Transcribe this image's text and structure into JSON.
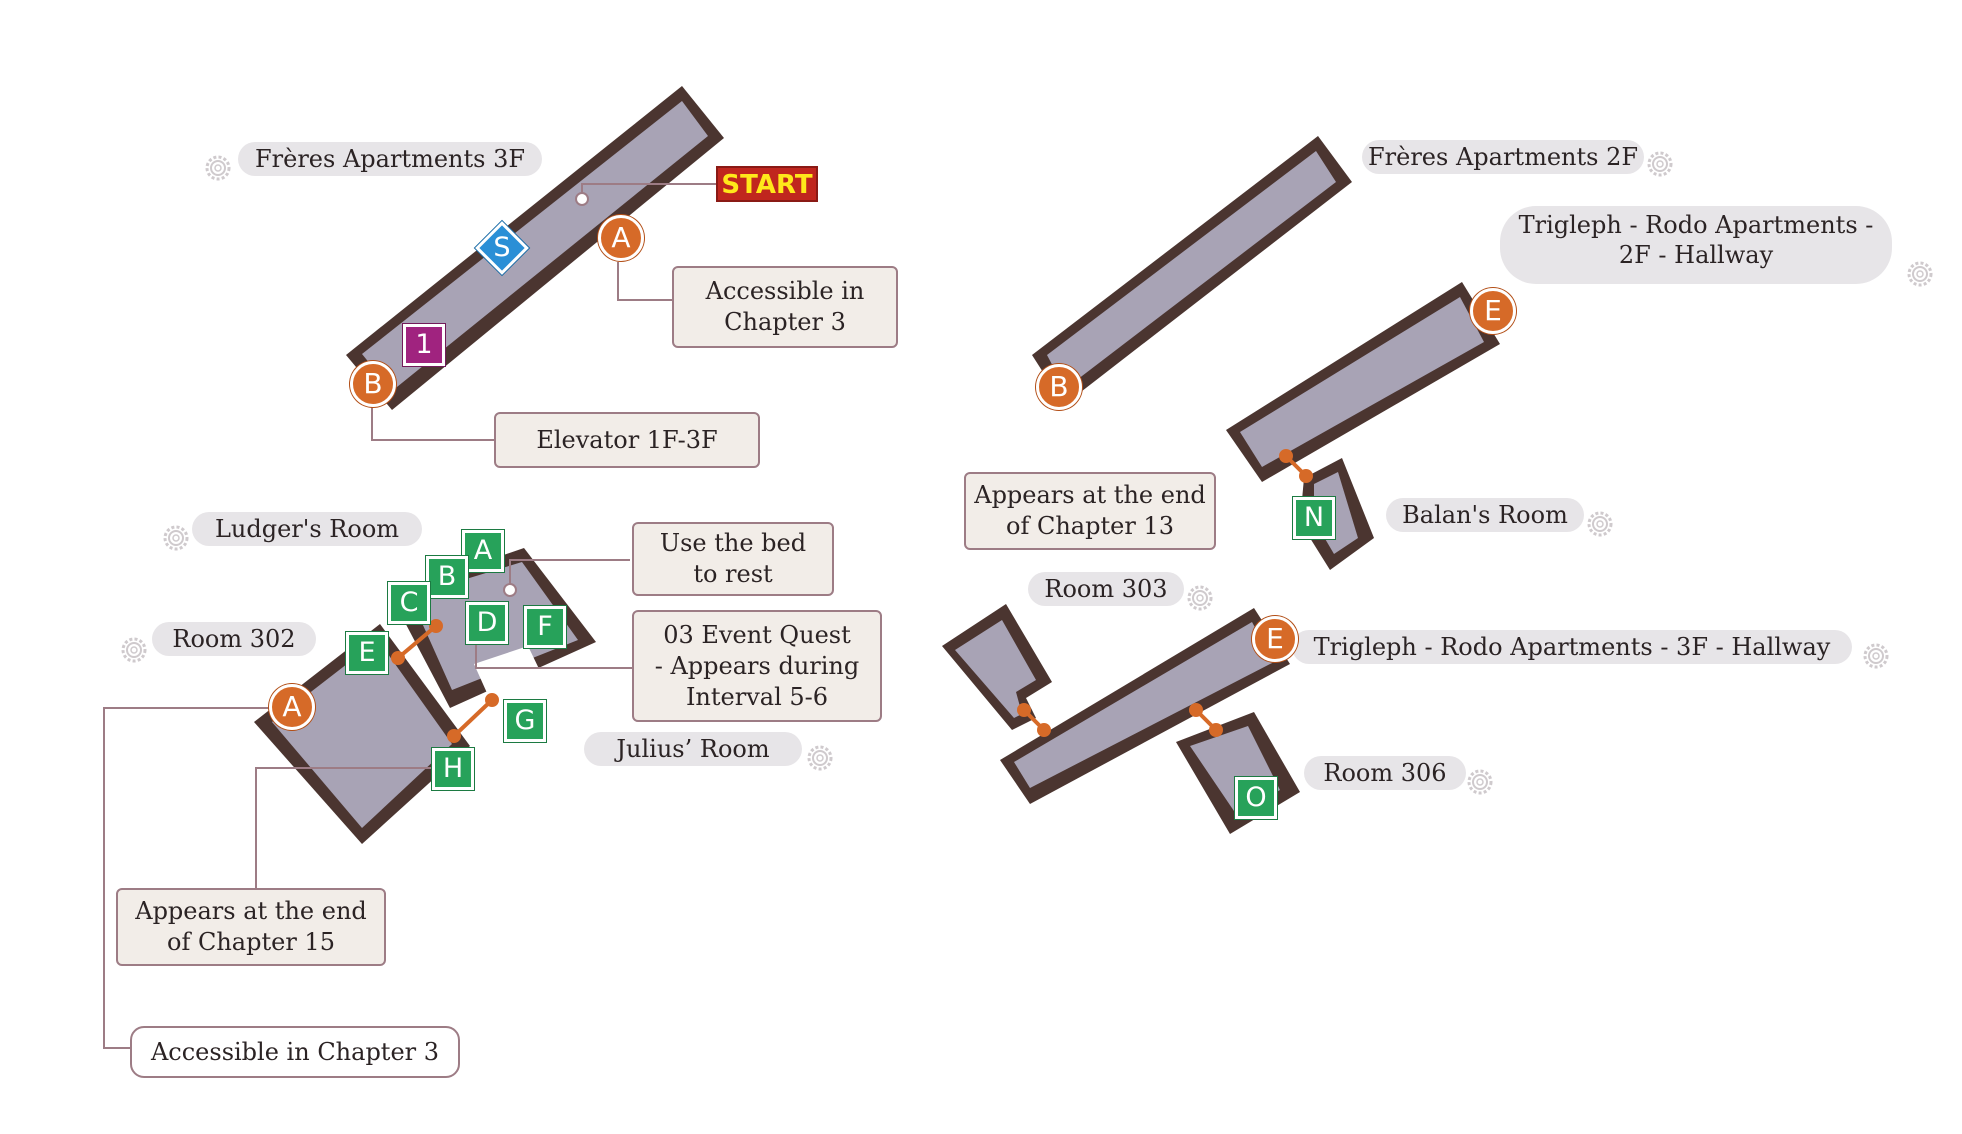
{
  "colors": {
    "floor": "#a8a3b5",
    "wall": "#4b3530",
    "leader_line": "#9d7c85",
    "door": "#d66a28",
    "green_marker": "#27a25a",
    "orange_marker": "#d66a28",
    "start_background": "#c0261e",
    "start_text": "#ffe81a",
    "save_point": "#2a8fd6",
    "purple_marker": "#a0237f"
  },
  "icons": {
    "area_label": "gear-icon",
    "save_point": "save-point-diamond-icon",
    "door": "door-connector-icon"
  },
  "area_labels": {
    "freres_3f": "Frères Apartments 3F",
    "freres_2f": "Frères Apartments 2F",
    "trigleph_2f_line1": "Trigleph - Rodo Apartments -",
    "trigleph_2f_line2": "2F - Hallway",
    "ludgers_room": "Ludger's Room",
    "room_302": "Room 302",
    "julius_room": "Julius’ Room",
    "balans_room": "Balan's Room",
    "room_303": "Room 303",
    "trigleph_3f": "Trigleph - Rodo Apartments - 3F - Hallway",
    "room_306": "Room 306"
  },
  "notes": {
    "start": "START",
    "accessible_ch3_top": [
      "Accessible in",
      "Chapter 3"
    ],
    "elevator": "Elevator 1F-3F",
    "use_bed": [
      "Use the bed",
      "to rest"
    ],
    "event_quest": [
      "03 Event Quest",
      "- Appears during",
      "Interval 5-6"
    ],
    "appears_ch15": [
      "Appears at the end",
      "of Chapter 15"
    ],
    "accessible_ch3_bottom": "Accessible in Chapter 3",
    "appears_ch13": [
      "Appears at the end",
      "of Chapter 13"
    ]
  },
  "markers": {
    "orange": {
      "a": "A",
      "b": "B",
      "e": "E"
    },
    "green": {
      "a": "A",
      "b": "B",
      "c": "C",
      "d": "D",
      "e": "E",
      "f": "F",
      "g": "G",
      "h": "H",
      "n": "N",
      "o": "O"
    },
    "save": "S",
    "purple": "1"
  }
}
